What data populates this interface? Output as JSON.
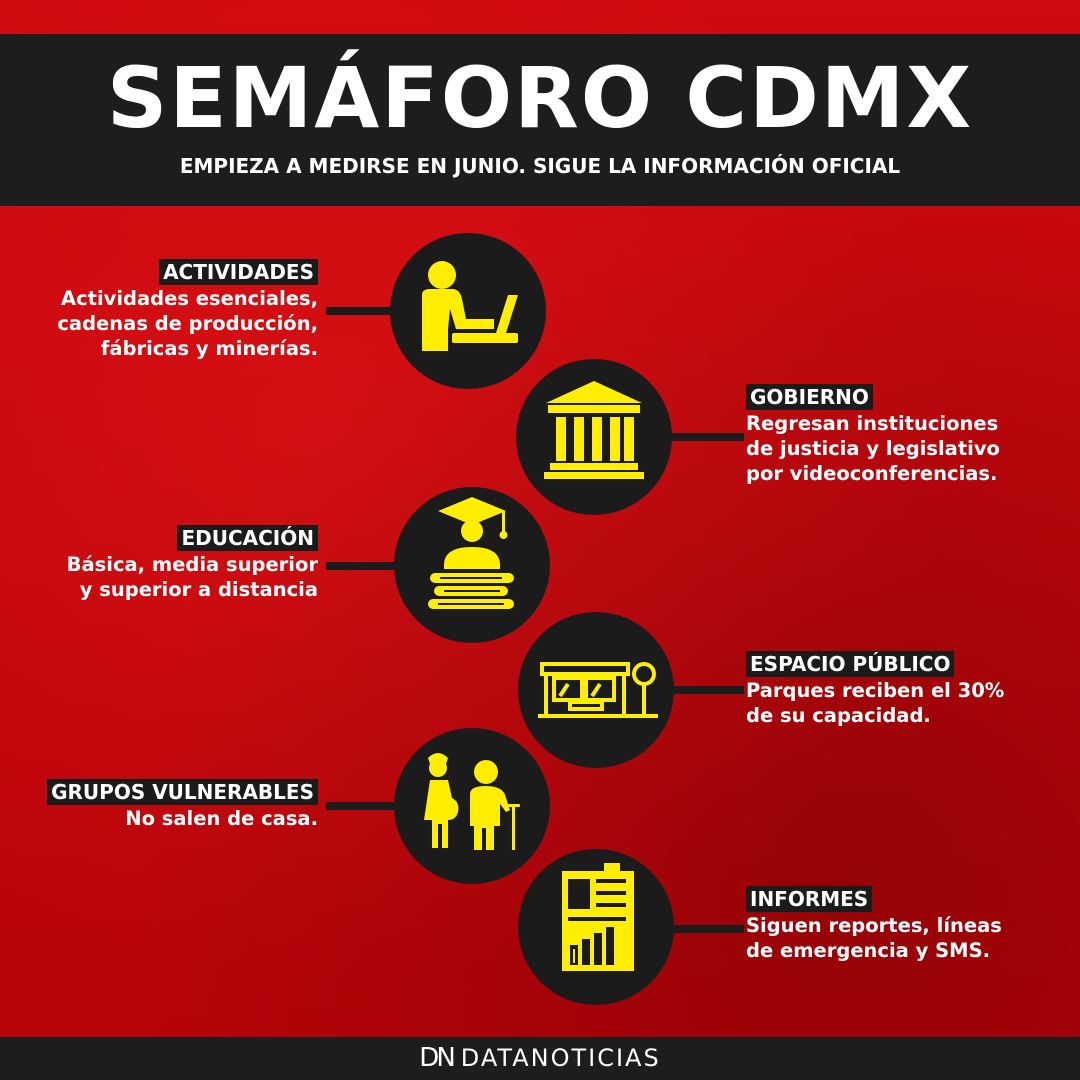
{
  "header": {
    "title": "SEMÁFORO CDMX",
    "subtitle": "EMPIEZA A MEDIRSE EN JUNIO. SIGUE LA INFORMACIÓN OFICIAL"
  },
  "colors": {
    "background": "#c8050b",
    "band": "#1d1d1d",
    "circle": "#1b1b1b",
    "icon": "#ffee00",
    "text": "#ffffff"
  },
  "items": [
    {
      "heading": "ACTIVIDADES",
      "description": "Actividades esenciales,\ncadenas de producción,\nfábricas y minerías.",
      "icon": "person-laptop-icon"
    },
    {
      "heading": "GOBIERNO",
      "description": "Regresan instituciones\nde justicia y legislativo\npor videoconferencias.",
      "icon": "government-building-icon"
    },
    {
      "heading": "EDUCACIÓN",
      "description": "Básica, media superior\ny superior a distancia",
      "icon": "graduate-books-icon"
    },
    {
      "heading": "ESPACIO PÚBLICO",
      "description": "Parques reciben el 30%\nde su capacidad.",
      "icon": "bus-stop-park-icon"
    },
    {
      "heading": "GRUPOS VULNERABLES",
      "description": "No salen de casa.",
      "icon": "pregnant-elderly-icon"
    },
    {
      "heading": "INFORMES",
      "description": "Siguen reportes, líneas\nde emergencia y SMS.",
      "icon": "report-chart-icon"
    }
  ],
  "footer": {
    "logo_mark": "DN",
    "brand": "DATANOTICIAS"
  }
}
